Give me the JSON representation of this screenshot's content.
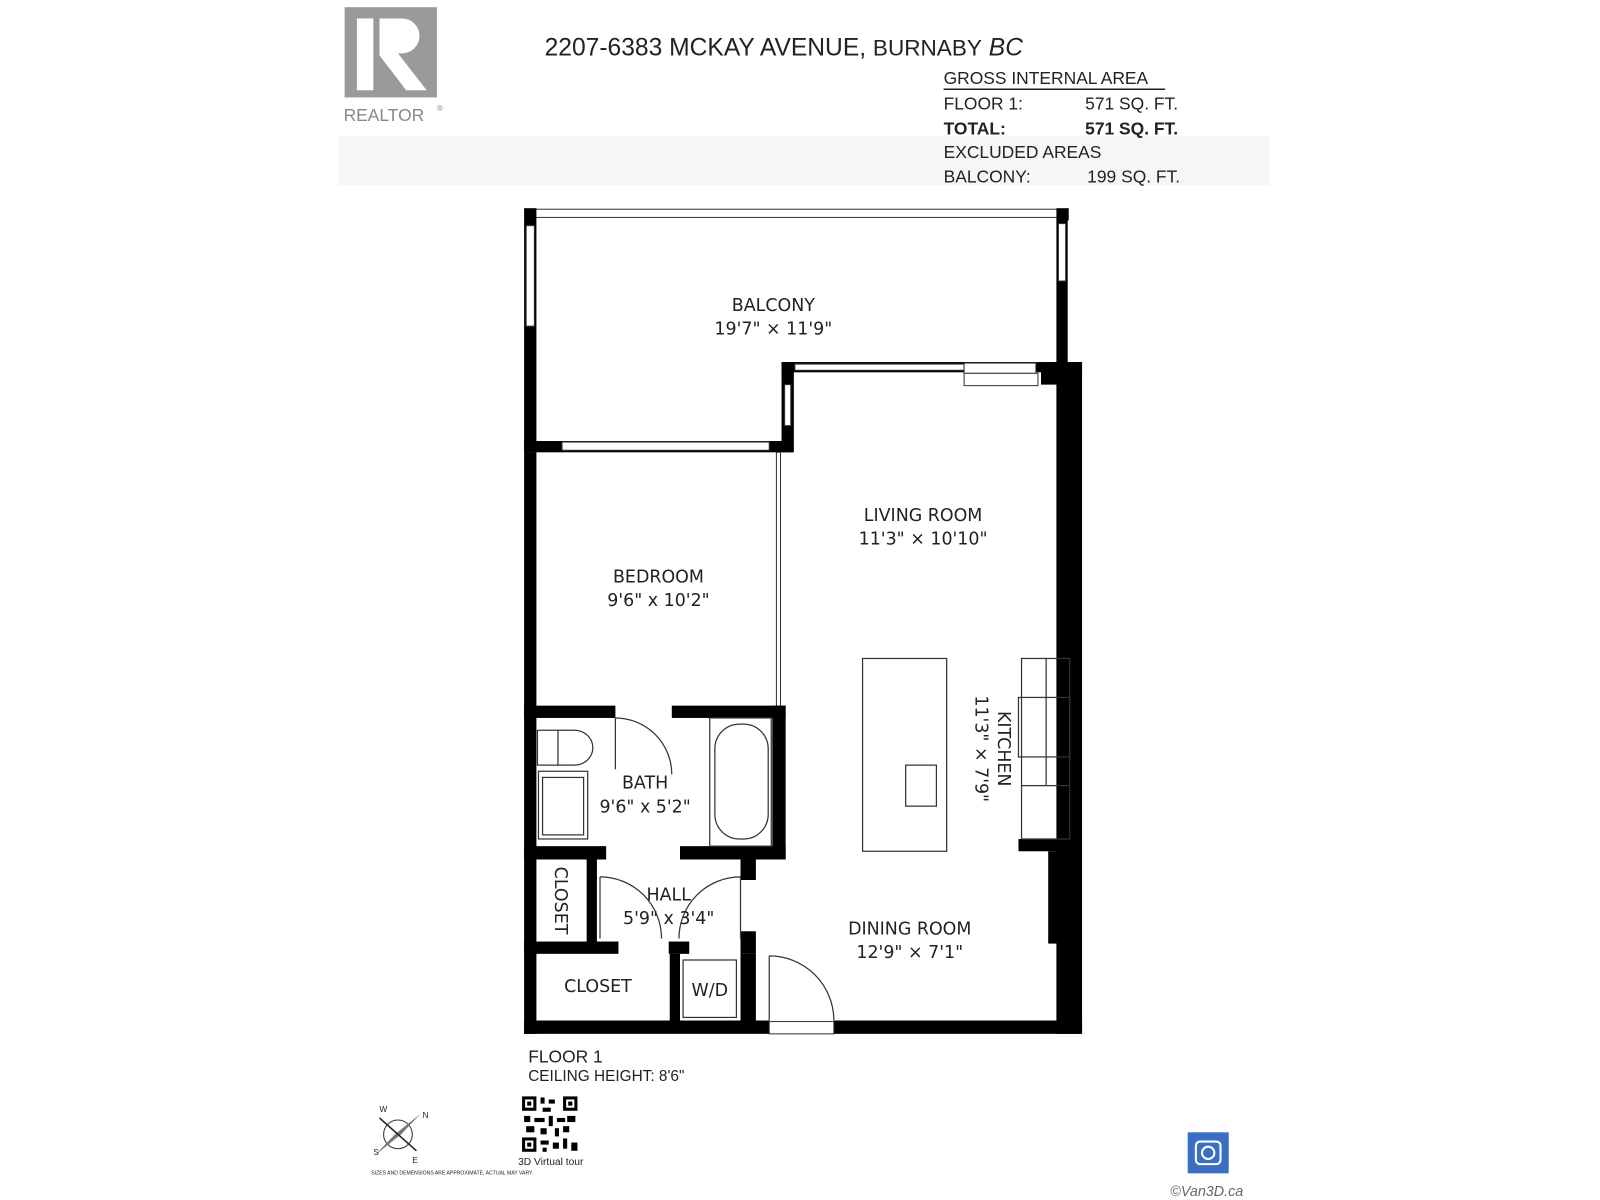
{
  "logo": {
    "text": "REALTOR",
    "mark": "®"
  },
  "header": {
    "address": "2207-6383 MCKAY AVENUE,",
    "city": "BURNABY",
    "province": "BC"
  },
  "area": {
    "heading": "GROSS INTERNAL AREA",
    "rows": [
      {
        "label": "FLOOR 1:",
        "value": "571 SQ. FT.",
        "bold": false
      },
      {
        "label": "TOTAL:",
        "value": "571 SQ. FT.",
        "bold": true
      }
    ],
    "excluded_heading": "EXCLUDED AREAS",
    "excluded": [
      {
        "label": "BALCONY:",
        "value": "199 SQ. FT."
      }
    ]
  },
  "rooms": {
    "balcony": {
      "name": "BALCONY",
      "size": "19'7\" × 11'9\""
    },
    "living": {
      "name": "LIVING ROOM",
      "size": "11'3\" × 10'10\""
    },
    "bedroom": {
      "name": "BEDROOM",
      "size": "9'6\" x 10'2\""
    },
    "kitchen": {
      "name": "KITCHEN",
      "size": "11'3\" × 7'9\""
    },
    "bath": {
      "name": "BATH",
      "size": "9'6\" x 5'2\""
    },
    "hall": {
      "name": "HALL",
      "size": "5'9\" x 3'4\""
    },
    "closet1": {
      "name": "CLOSET"
    },
    "closet2": {
      "name": "CLOSET"
    },
    "wd": {
      "name": "W/D"
    },
    "dining": {
      "name": "DINING ROOM",
      "size": "12'9\" × 7'1\""
    }
  },
  "floor": {
    "label": "FLOOR 1",
    "ceiling": "CEILING HEIGHT: 8'6\""
  },
  "compass": {
    "n": "N",
    "s": "S",
    "e": "E",
    "w": "W"
  },
  "qr": {
    "caption": "3D Virtual tour"
  },
  "disclaimer": "SIZES AND DEMENSIONS ARE APPROXIMATE, ACTUAL MAY VARY.",
  "copyright": "©Van3D.ca",
  "colors": {
    "logo_gray": "#9a9a9a",
    "brand_blue": "#3a6fc4",
    "wall": "#000000"
  }
}
